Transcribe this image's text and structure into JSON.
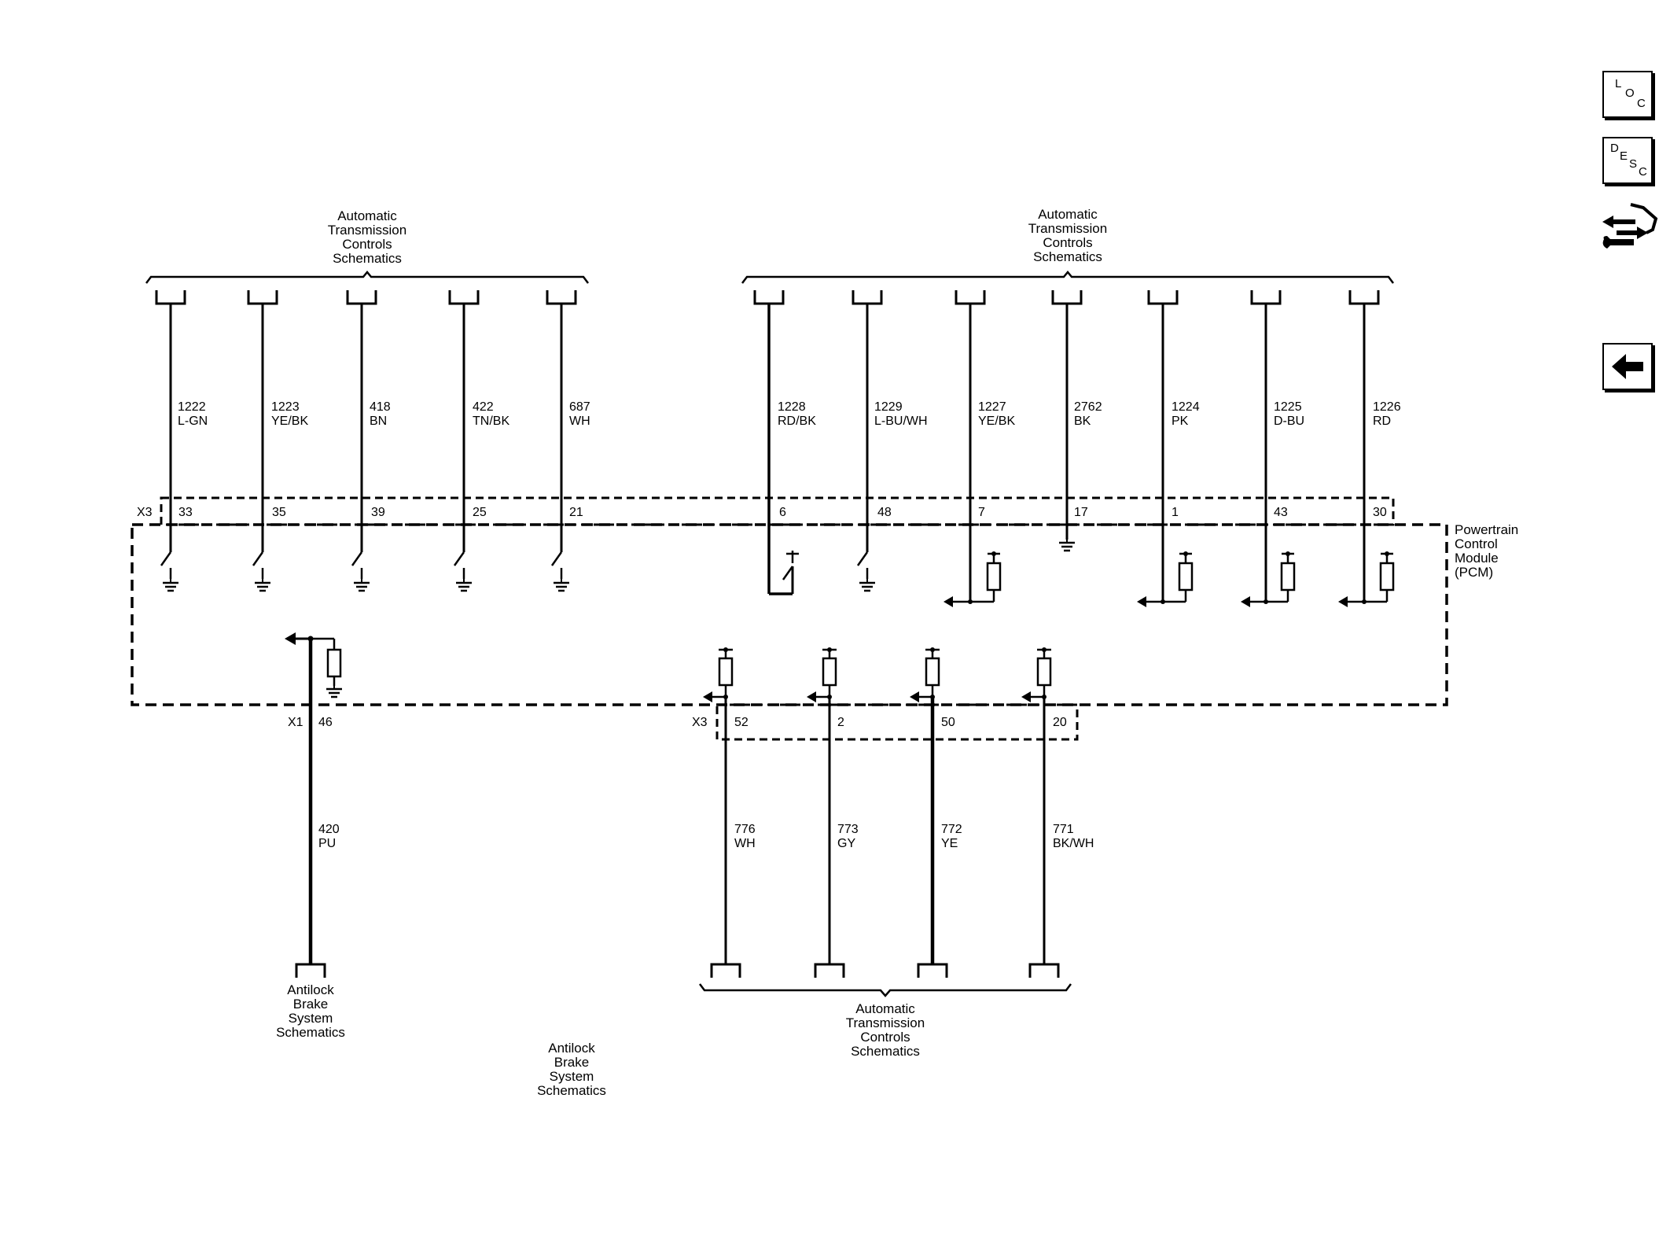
{
  "nav": {
    "loc": {
      "l1": "L",
      "l2": "O",
      "l3": "C"
    },
    "desc": {
      "l1": "D",
      "l2": "E",
      "l3": "S",
      "l4": "C"
    }
  },
  "module": {
    "line1": "Powertrain",
    "line2": "Control",
    "line3": "Module",
    "line4": "(PCM)"
  },
  "groups": {
    "atc_top_left": [
      "Automatic",
      "Transmission",
      "Controls",
      "Schematics"
    ],
    "atc_top_right": [
      "Automatic",
      "Transmission",
      "Controls",
      "Schematics"
    ],
    "atc_bottom": [
      "Automatic",
      "Transmission",
      "Controls",
      "Schematics"
    ],
    "abs_wire": [
      "Antilock",
      "Brake",
      "System",
      "Schematics"
    ],
    "abs_note": [
      "Antilock",
      "Brake",
      "System",
      "Schematics"
    ]
  },
  "connectors": {
    "x3_top": "X3",
    "x1": "X1",
    "x3_bottom": "X3"
  },
  "wires_top": [
    {
      "circuit": "1222",
      "color": "L-GN",
      "pin": "33"
    },
    {
      "circuit": "1223",
      "color": "YE/BK",
      "pin": "35"
    },
    {
      "circuit": "418",
      "color": "BN",
      "pin": "39"
    },
    {
      "circuit": "422",
      "color": "TN/BK",
      "pin": "25"
    },
    {
      "circuit": "687",
      "color": "WH",
      "pin": "21"
    },
    {
      "circuit": "1228",
      "color": "RD/BK",
      "pin": "6"
    },
    {
      "circuit": "1229",
      "color": "L-BU/WH",
      "pin": "48"
    },
    {
      "circuit": "1227",
      "color": "YE/BK",
      "pin": "7"
    },
    {
      "circuit": "2762",
      "color": "BK",
      "pin": "17"
    },
    {
      "circuit": "1224",
      "color": "PK",
      "pin": "1"
    },
    {
      "circuit": "1225",
      "color": "D-BU",
      "pin": "43"
    },
    {
      "circuit": "1226",
      "color": "RD",
      "pin": "30"
    }
  ],
  "wire_abs": {
    "circuit": "420",
    "color": "PU",
    "pin": "46"
  },
  "wires_bottom": [
    {
      "circuit": "776",
      "color": "WH",
      "pin": "52"
    },
    {
      "circuit": "773",
      "color": "GY",
      "pin": "2"
    },
    {
      "circuit": "772",
      "color": "YE",
      "pin": "50"
    },
    {
      "circuit": "771",
      "color": "BK/WH",
      "pin": "20"
    }
  ]
}
